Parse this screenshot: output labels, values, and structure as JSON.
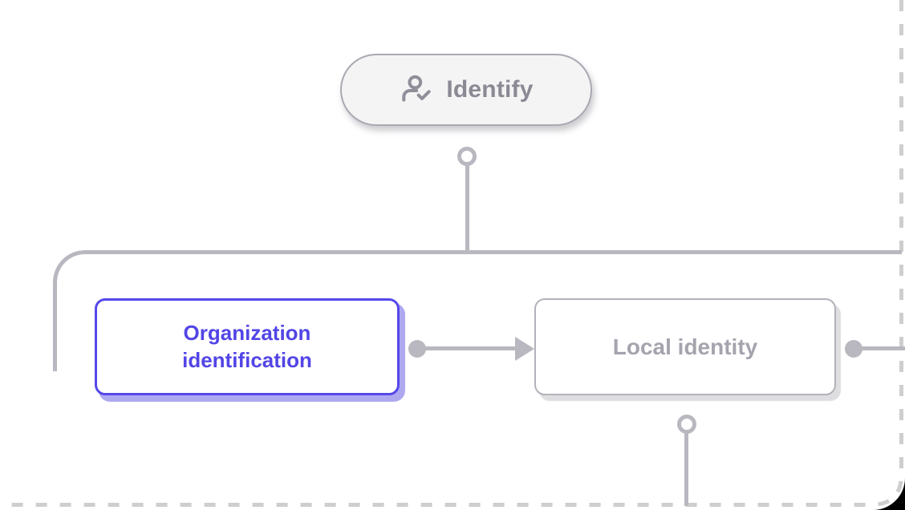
{
  "canvas": {
    "background_color": "#ffffff",
    "outside_corner_color": "#000000",
    "boundary_dash_color": "#cecece"
  },
  "palette": {
    "connector_gray": "#b9b7bf",
    "pill_background": "#f4f4f5",
    "pill_border": "#aba9b2",
    "pill_text": "#8b8994",
    "accent_border": "#5548ea",
    "accent_text": "#5245e6",
    "accent_shadow": "#aea8f0",
    "gray_card_border": "#b3b1ba",
    "gray_card_text": "#a5a3ad",
    "gray_card_shadow": "#dedee0"
  },
  "nodes": {
    "identify": {
      "label": "Identify",
      "icon": "person-check-icon",
      "type": "stage-pill",
      "selected": false
    },
    "organization_identification": {
      "label": "Organization identification",
      "type": "step-card",
      "selected": true
    },
    "local_identity": {
      "label": "Local identity",
      "type": "step-card",
      "selected": false
    }
  },
  "edges": {
    "identify_branch": {
      "from": "identify",
      "terminal_start": "ring",
      "shape": "elbow-tree"
    },
    "org_to_local": {
      "from": "organization_identification",
      "to": "local_identity",
      "terminal_start": "dot",
      "terminal_end": "arrowhead"
    },
    "local_right": {
      "from": "local_identity",
      "terminal_start": "dot",
      "shape": "line-offscreen-right"
    },
    "local_down": {
      "from": "local_identity",
      "terminal_start": "ring",
      "shape": "line-offscreen-bottom"
    }
  }
}
